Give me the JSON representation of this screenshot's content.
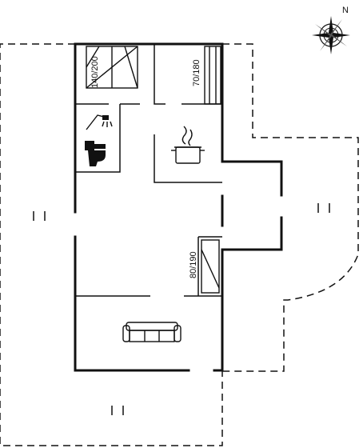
{
  "compass": {
    "north_label": "N",
    "icon": "compass-rose-icon"
  },
  "beds": {
    "double": "140/200",
    "single": "70/180",
    "extra": "80/190"
  },
  "icons": [
    "shower-icon",
    "toilet-icon",
    "cooking-pot-icon",
    "sofa-icon",
    "bed-icon",
    "terrace-marker-icon"
  ]
}
